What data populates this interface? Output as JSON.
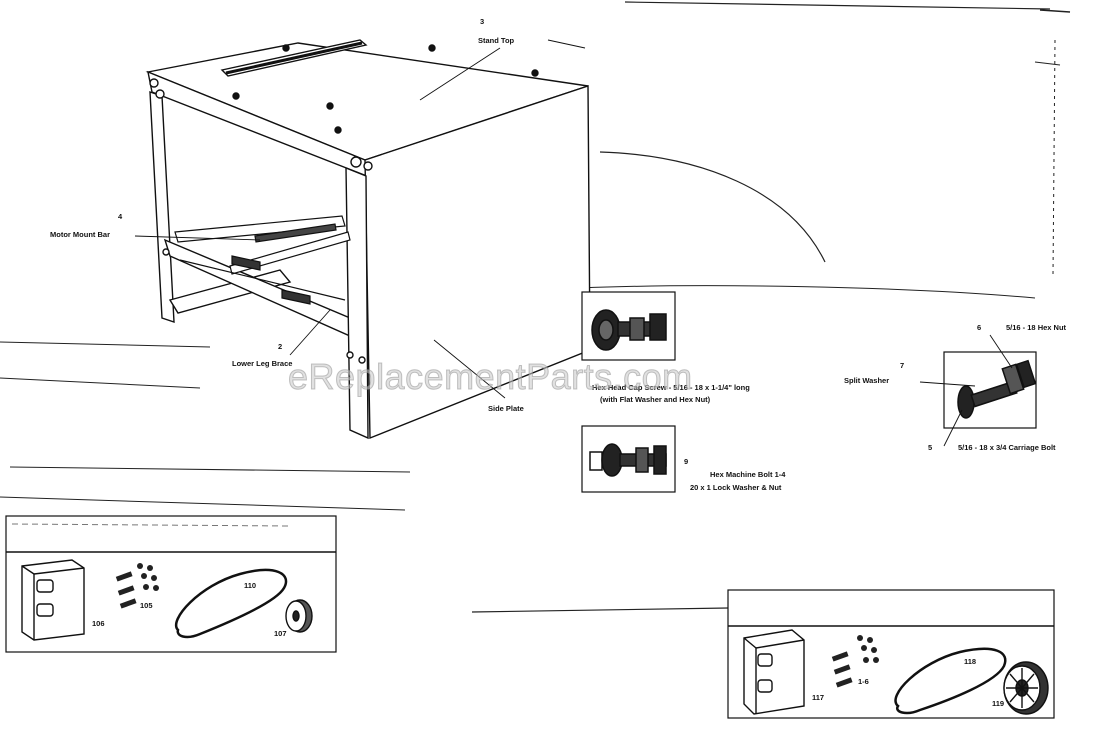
{
  "labels": {
    "stand_top": {
      "num": "3",
      "text": "Stand Top"
    },
    "motor_mount_bar": {
      "num": "4",
      "text": "Motor Mount Bar"
    },
    "lower_leg_brace": {
      "num": "2",
      "text": "Lower Leg Brace"
    },
    "side_plate": {
      "text": "Side Plate"
    },
    "hex_head_cap_screw": {
      "line1": "Hex Head Cap Screw - 5/16 - 18 x 1-1/4\" long",
      "line2": "(with Flat Washer and Hex Nut)"
    },
    "hex_nut": {
      "num": "6",
      "text": "5/16 - 18 Hex Nut"
    },
    "split_washer": {
      "num": "7",
      "text": "Split Washer"
    },
    "carriage_bolt": {
      "num": "5",
      "text": "5/16 - 18 x 3/4 Carriage Bolt"
    },
    "hex_machine_bolt": {
      "num": "9",
      "line1": "Hex Machine Bolt 1-4",
      "line2": "20 x 1 Lock Washer & Nut"
    }
  },
  "kit_left": {
    "box": "106",
    "bolts": "105",
    "belt": "110",
    "pulley": "107"
  },
  "kit_right": {
    "box": "117",
    "bolts": "1-6",
    "belt": "118",
    "pulley": "119"
  },
  "watermark": "eReplacementParts.com"
}
